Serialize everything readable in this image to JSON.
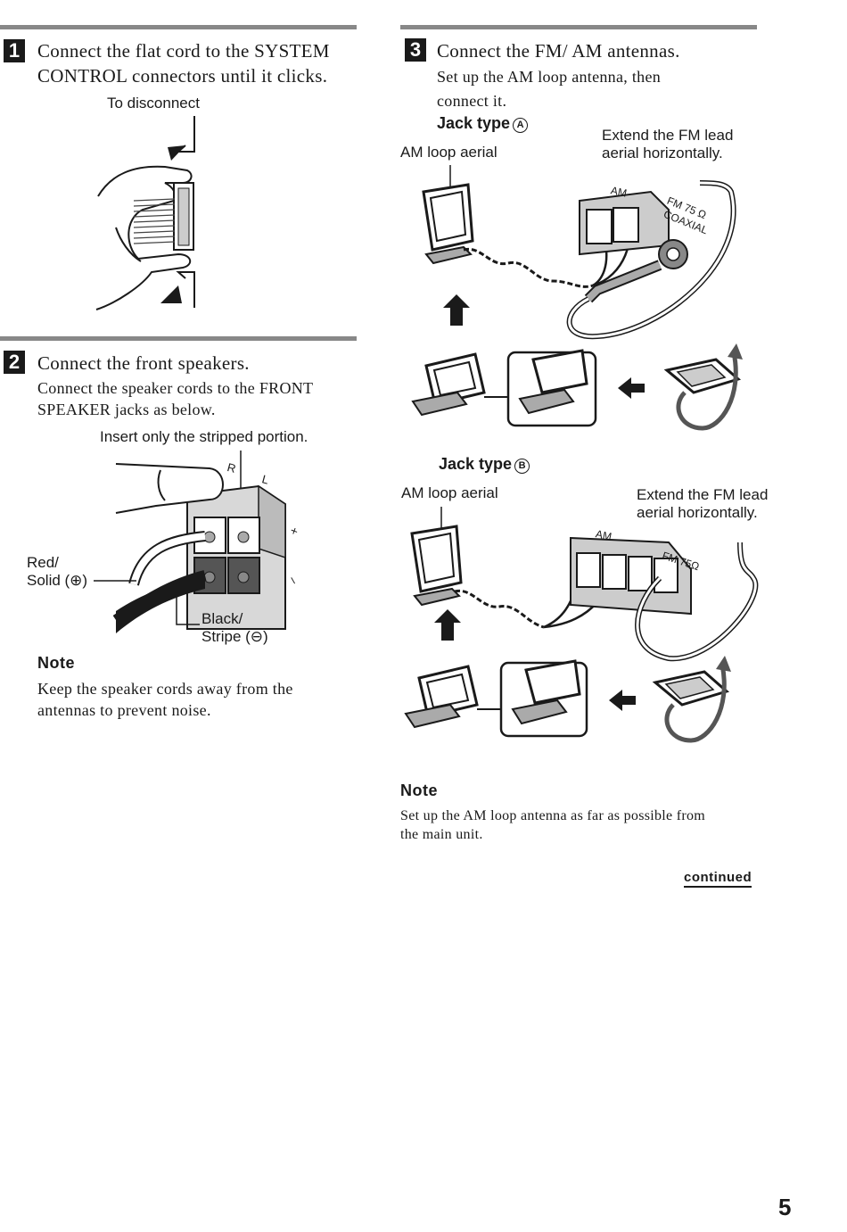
{
  "step1": {
    "number": "1",
    "heading_line1": "Connect the flat cord to the SYSTEM",
    "heading_line2": "CONTROL connectors until it clicks.",
    "disconnect_label": "To disconnect"
  },
  "step2": {
    "number": "2",
    "heading": "Connect the front speakers.",
    "body_line1": "Connect the speaker cords to the FRONT",
    "body_line2": "SPEAKER jacks as below.",
    "insert_label": "Insert only the stripped portion.",
    "jack_r": "R",
    "jack_l": "L",
    "plus": "+",
    "minus": "–",
    "red_line1": "Red/",
    "red_line2": "Solid (⊕)",
    "black_line1": "Black/",
    "black_line2": "Stripe (⊖)",
    "note_title": "Note",
    "note_line1": "Keep the speaker cords away from the",
    "note_line2": "antennas to prevent noise."
  },
  "step3": {
    "number": "3",
    "heading": "Connect the FM/ AM antennas.",
    "body_line1": "Set up the AM loop antenna, then",
    "body_line2": "connect it.",
    "jack_a_label": "Jack type",
    "jack_a_mark": "A",
    "am_aerial_a": "AM loop aerial",
    "fm_a_line1": "Extend the FM lead",
    "fm_a_line2": "aerial horizontally.",
    "panel_a_am": "AM",
    "panel_a_fm": "FM 75 Ω",
    "panel_a_coaxial": "COAXIAL",
    "jack_b_label": "Jack type",
    "jack_b_mark": "B",
    "am_aerial_b": "AM loop aerial",
    "fm_b_line1": "Extend the FM lead",
    "fm_b_line2": "aerial horizontally.",
    "panel_b_am": "AM",
    "panel_b_fm": "FM 75Ω",
    "note_title": "Note",
    "note_line1": "Set up the AM loop antenna as far as possible from",
    "note_line2": "the main unit."
  },
  "continued": "continued",
  "page_number": "5"
}
